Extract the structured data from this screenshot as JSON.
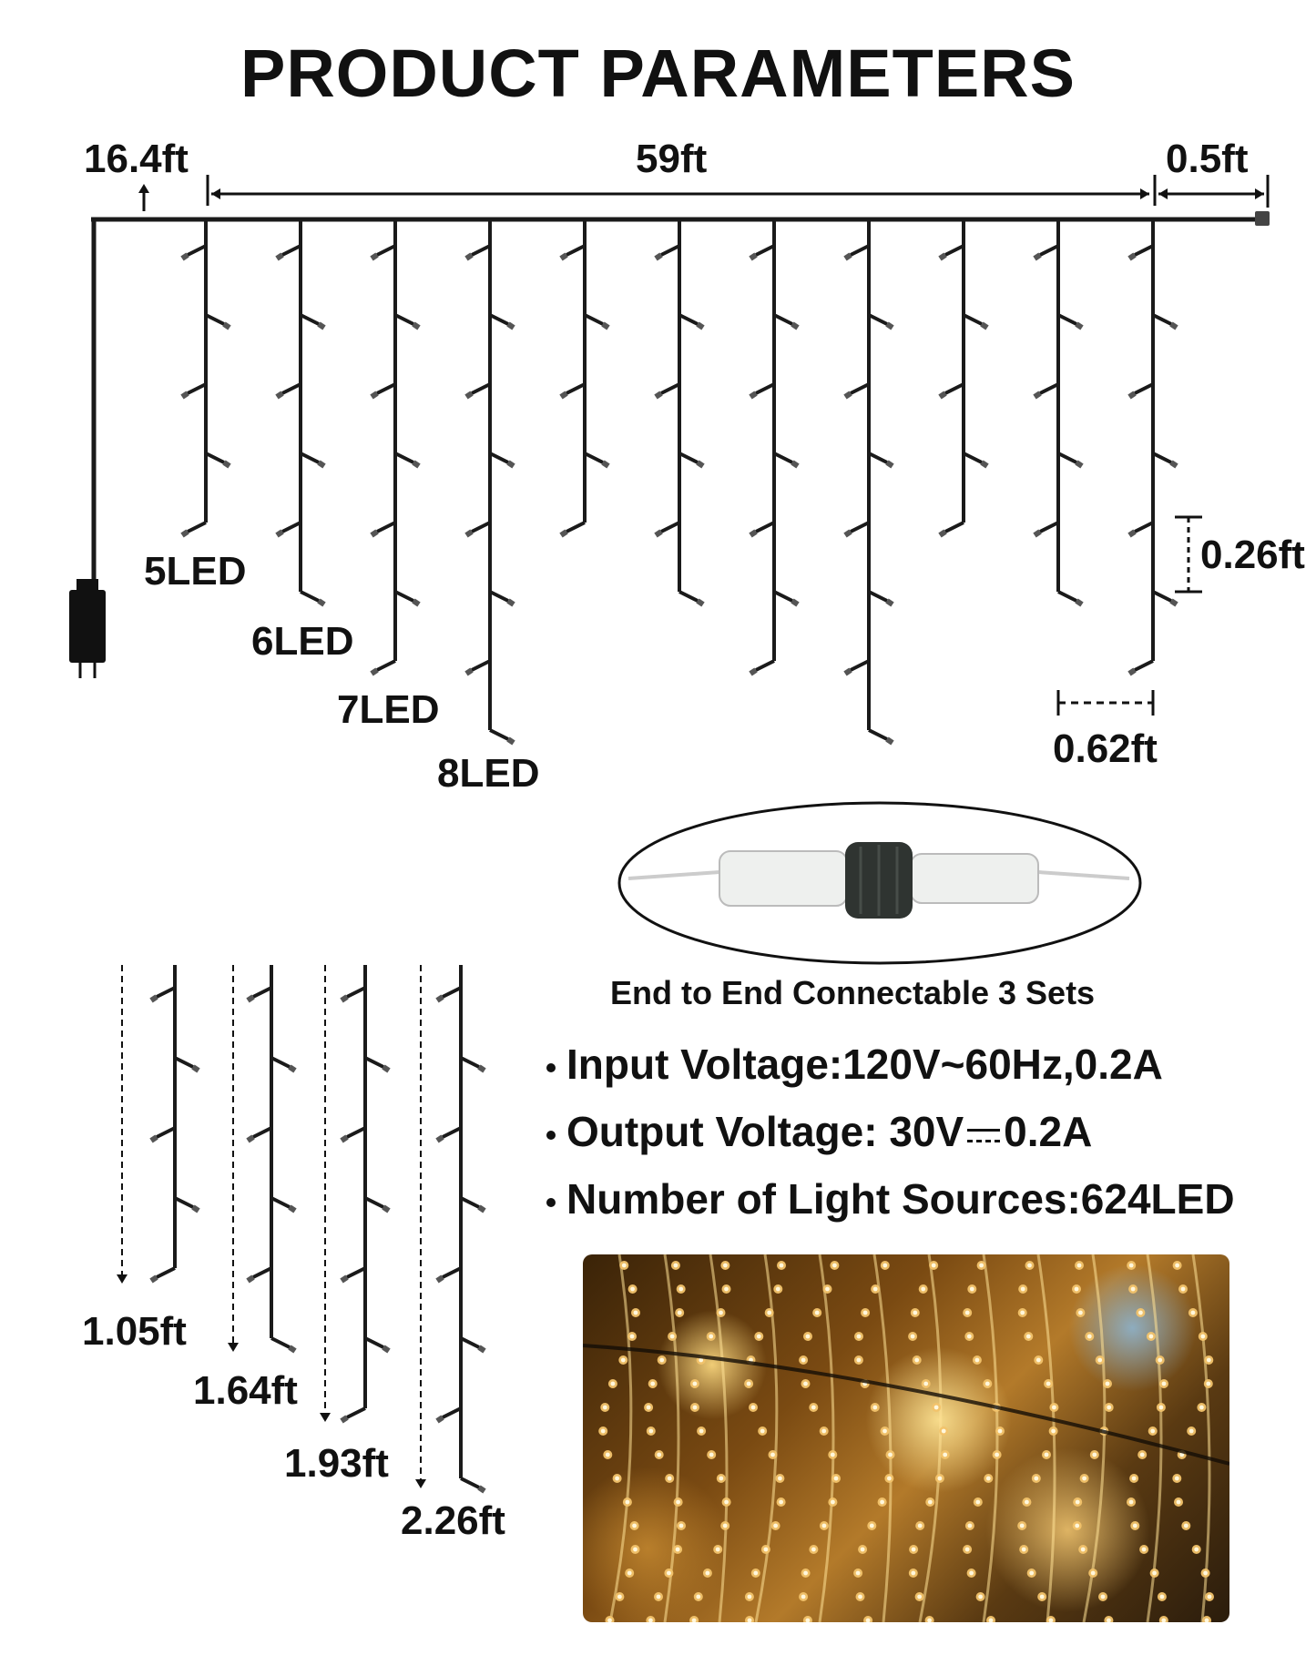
{
  "title": "PRODUCT PARAMETERS",
  "dimensions": {
    "lead": "16.4ft",
    "span": "59ft",
    "tail": "0.5ft",
    "led_gap": "0.26ft",
    "strand_gap": "0.62ft"
  },
  "led_counts": [
    "5LED",
    "6LED",
    "7LED",
    "8LED"
  ],
  "drop_lengths": [
    "1.05ft",
    "1.64ft",
    "1.93ft",
    "2.26ft"
  ],
  "connector_caption": "End to End Connectable 3 Sets",
  "specs": [
    {
      "label": "Input Voltage:120V~60Hz,0.2A"
    },
    {
      "label_prefix": "Output Voltage: 30V",
      "label_suffix": "0.2A"
    },
    {
      "label": "Number of Light Sources:624LED"
    }
  ],
  "colors": {
    "wire": "#1a1a1a",
    "warm_light": "#f2c36b"
  }
}
